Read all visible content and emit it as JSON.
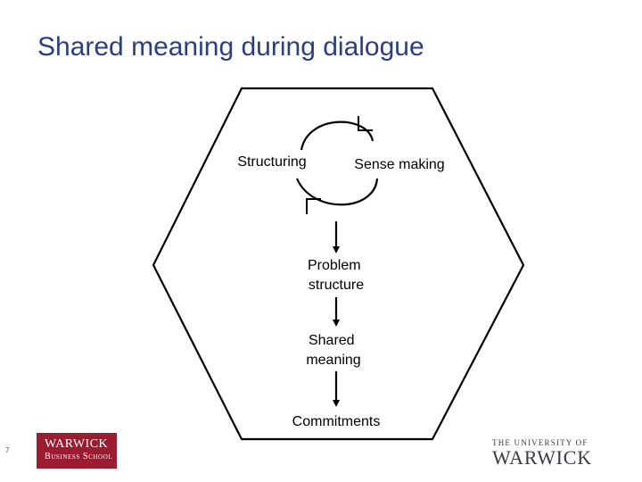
{
  "slide": {
    "title": "Shared meaning during dialogue",
    "page_number": "7"
  },
  "diagram": {
    "cycle": {
      "left_label": "Structuring",
      "right_label": "Sense making"
    },
    "flow": [
      "Problem structure",
      "Shared meaning",
      "Commitments"
    ],
    "flow_lines": {
      "problem": [
        "Problem",
        "structure"
      ],
      "shared": [
        "Shared",
        "meaning"
      ],
      "commitments": [
        "Commitments"
      ]
    }
  },
  "footer": {
    "left_logo": {
      "line1": "WARWICK",
      "line2": "Business School"
    },
    "right_logo": {
      "line1": "THE UNIVERSITY OF",
      "line2": "WARWICK"
    }
  },
  "colors": {
    "title": "#2b3f7f",
    "logo_red": "#9b1b30",
    "diagram_stroke": "#000000"
  }
}
